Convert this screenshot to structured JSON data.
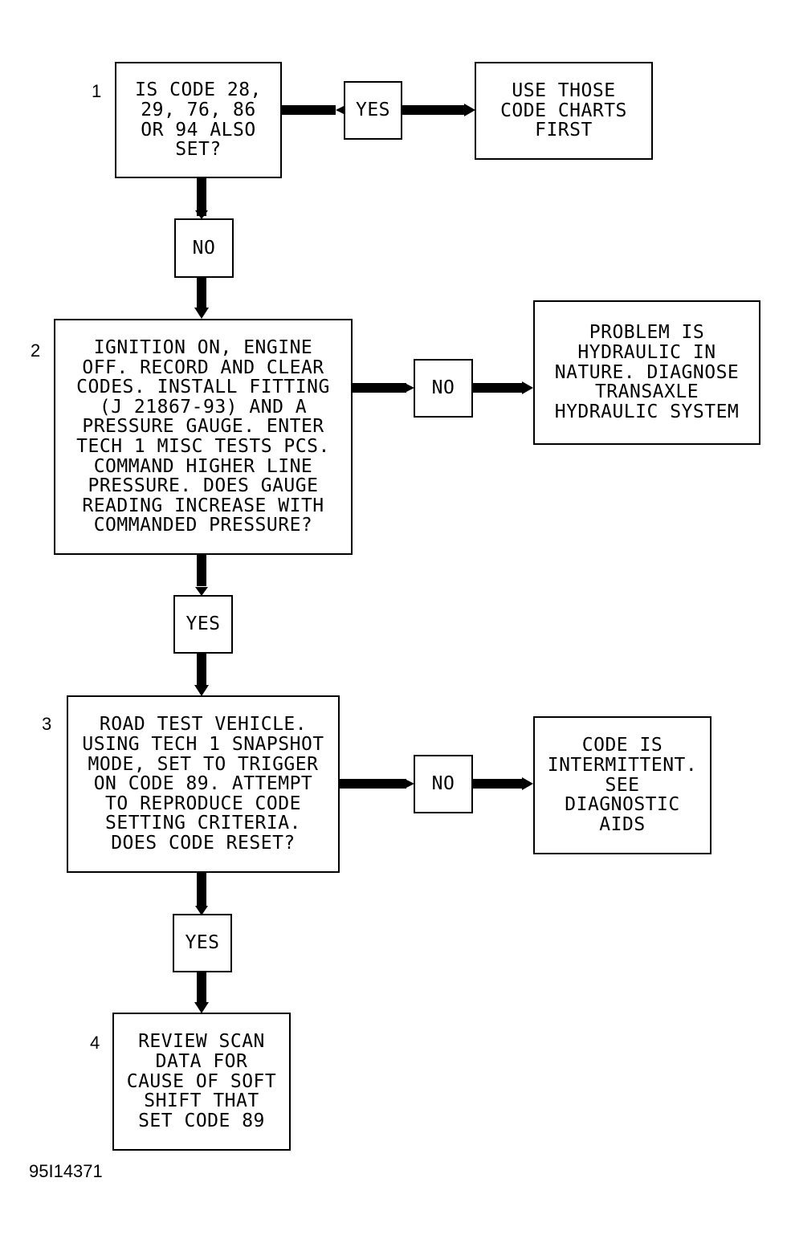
{
  "steps": [
    {
      "number": "1",
      "question": "IS CODE 28,\n29, 76, 86\nOR 94 ALSO\nSET?"
    },
    {
      "number": "2",
      "question": "IGNITION ON, ENGINE\nOFF. RECORD AND CLEAR\nCODES. INSTALL FITTING\n(J 21867-93) AND A\nPRESSURE GAUGE. ENTER\nTECH 1 MISC TESTS PCS.\nCOMMAND HIGHER LINE\nPRESSURE. DOES GAUGE\nREADING INCREASE WITH\nCOMMANDED PRESSURE?"
    },
    {
      "number": "3",
      "question": "ROAD TEST VEHICLE.\nUSING TECH 1 SNAPSHOT\nMODE, SET TO TRIGGER\nON CODE 89. ATTEMPT\nTO REPRODUCE CODE\nSETTING CRITERIA.\nDOES CODE RESET?"
    },
    {
      "number": "4",
      "question": "REVIEW SCAN\nDATA FOR\nCAUSE OF SOFT\nSHIFT THAT\nSET CODE 89"
    }
  ],
  "outcomes": {
    "o1": "USE THOSE\nCODE CHARTS\nFIRST",
    "o2": "PROBLEM IS\nHYDRAULIC IN\nNATURE. DIAGNOSE\nTRANSAXLE\nHYDRAULIC SYSTEM",
    "o3": "CODE IS\nINTERMITTENT.\nSEE\nDIAGNOSTIC\nAIDS"
  },
  "labels": {
    "s1_yes": "YES",
    "s1_no": "NO",
    "s2_no": "NO",
    "s2_yes": "YES",
    "s3_no": "NO",
    "s3_yes": "YES"
  },
  "figure_id": "95I14371",
  "colors": {
    "line": "#000000",
    "background": "#ffffff"
  }
}
